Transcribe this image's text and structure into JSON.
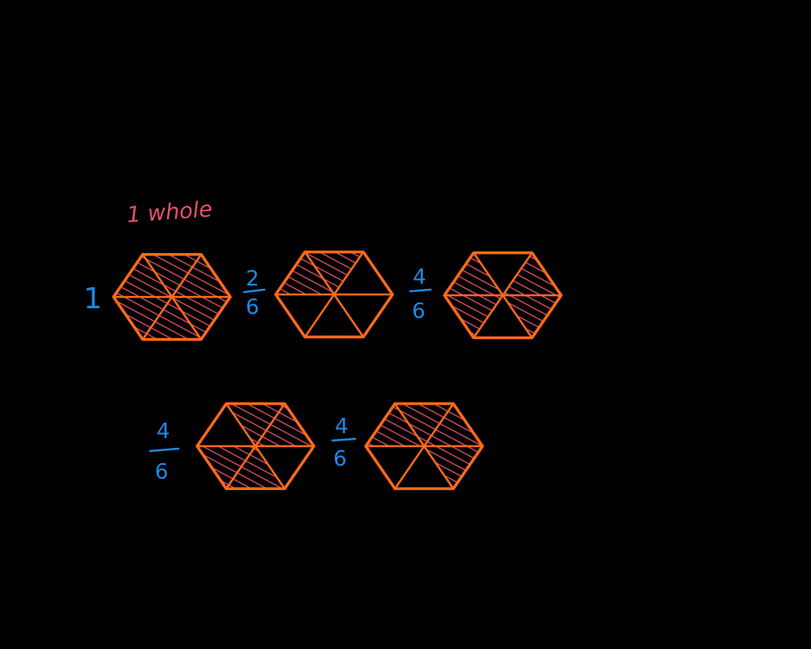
{
  "colors": {
    "background": "#000000",
    "hexagon_outline": "#ff6a1a",
    "shading": "#e8506a",
    "label_pink": "#e8506a",
    "label_blue": "#1a8ae6"
  },
  "heading": "1 whole",
  "hexagons": [
    {
      "label": "1",
      "numerator": "",
      "denominator": "",
      "shaded": [
        0,
        1,
        2,
        3,
        4,
        5
      ]
    },
    {
      "label": "",
      "numerator": "2",
      "denominator": "6",
      "shaded": [
        0,
        1
      ]
    },
    {
      "label": "",
      "numerator": "4",
      "denominator": "6",
      "shaded": [
        0,
        2,
        3,
        5
      ]
    },
    {
      "label": "",
      "numerator": "4",
      "denominator": "6",
      "shaded": [
        1,
        2,
        4,
        5
      ]
    },
    {
      "label": "",
      "numerator": "4",
      "denominator": "6",
      "shaded": [
        0,
        1,
        2,
        3
      ]
    }
  ]
}
